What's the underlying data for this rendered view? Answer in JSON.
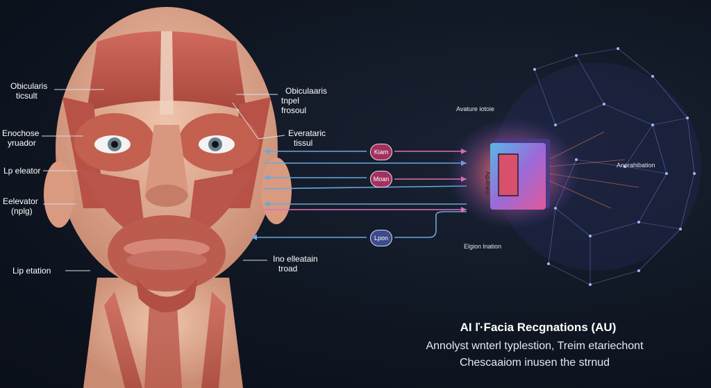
{
  "left_labels": [
    [
      "Obicularis",
      "ticsult"
    ],
    [
      "Enochose",
      "yruador"
    ],
    [
      "Lp eleator"
    ],
    [
      "Eelevator",
      "(nplg)"
    ],
    [
      "Lip etation"
    ]
  ],
  "right_labels": [
    [
      "Obiculaaris",
      "tnpel",
      "frosoul"
    ],
    [
      "Everataric",
      "tissul"
    ],
    [
      "Ino elleatain",
      "troad"
    ]
  ],
  "nodes": [
    "Kiam",
    "Moan",
    "Lpon"
  ],
  "processor": {
    "top_label": "Avature iotoie",
    "bottom_label": "Elgion lnation",
    "right_label": "Anorahibation",
    "chip_text": "Aguilrano"
  },
  "footer": {
    "title": "AI ľ·Facia  Recgnations (AU)",
    "line1": "Annolyst wnterl typlestion, Treim etariechont",
    "line2": "Chescaaiom inusen the strnud"
  },
  "colors": {
    "background": "#0f1622",
    "arrow_blue": "#6aa8e0",
    "arrow_pink": "#e070b8",
    "node_pink": "#a0325f",
    "node_blue": "#3c4a8a",
    "muscle": "#c0584c",
    "skin": "#e7b59e"
  }
}
